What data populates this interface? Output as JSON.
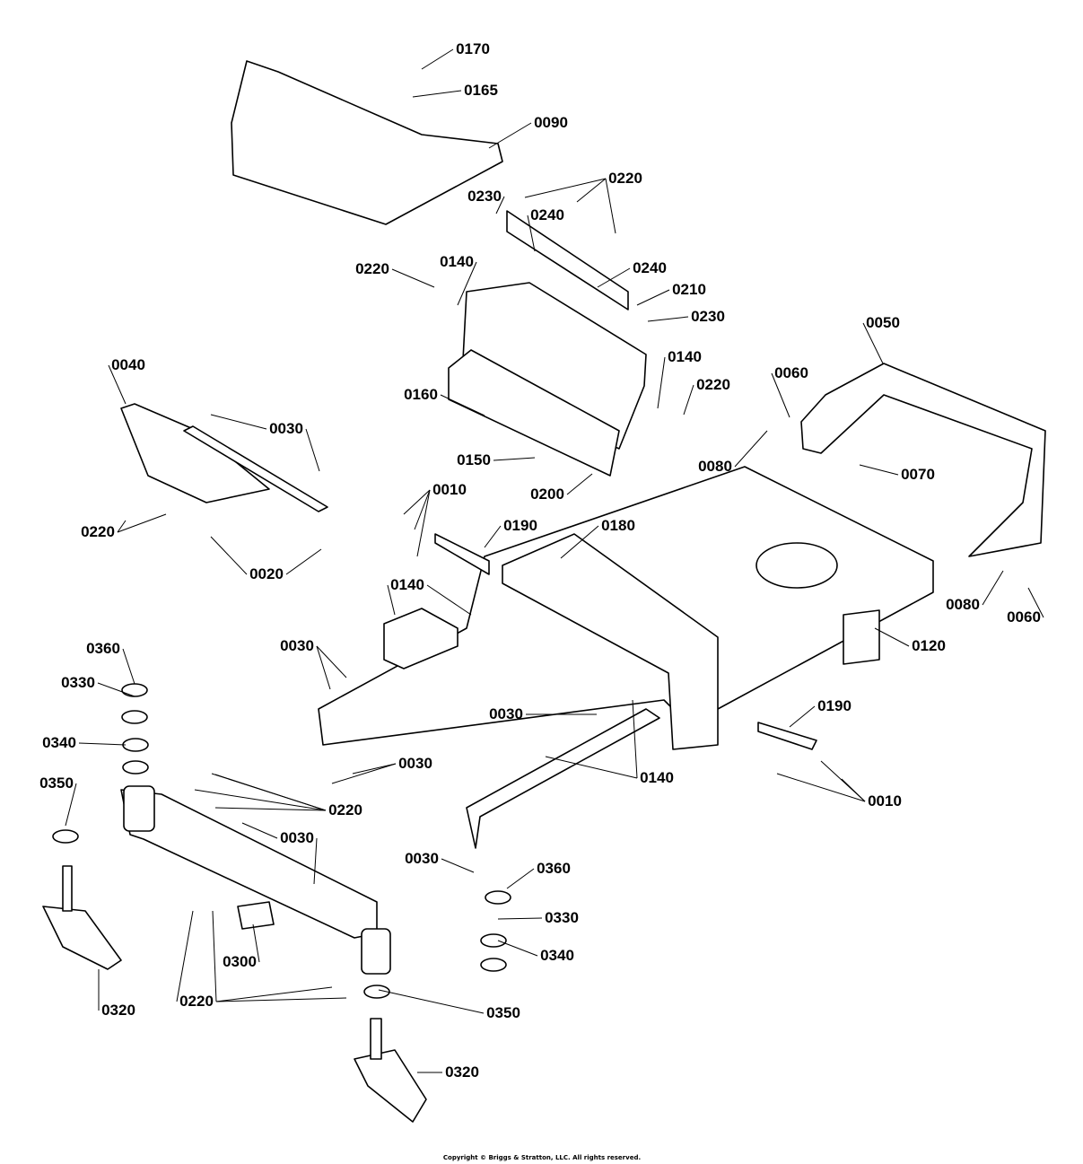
{
  "callouts": [
    "0170",
    "0165",
    "0090",
    "0220",
    "0230",
    "0240",
    "0220",
    "0140",
    "0240",
    "0210",
    "0230",
    "0050",
    "0040",
    "0140",
    "0060",
    "0220",
    "0030",
    "0160",
    "0150",
    "0080",
    "0070",
    "0200",
    "0010",
    "0190",
    "0180",
    "0220",
    "0020",
    "0140",
    "0360",
    "0120",
    "0060",
    "0080",
    "0030",
    "0330",
    "0030",
    "0190",
    "0340",
    "0030",
    "0140",
    "0350",
    "0220",
    "0010",
    "0030",
    "0030",
    "0360",
    "0330",
    "0340",
    "0300",
    "0320",
    "0220",
    "0350",
    "0320"
  ],
  "copyright": "Copyright © Briggs & Stratton, LLC. All rights reserved.",
  "watermark": "BRIGGS & STRATTON"
}
